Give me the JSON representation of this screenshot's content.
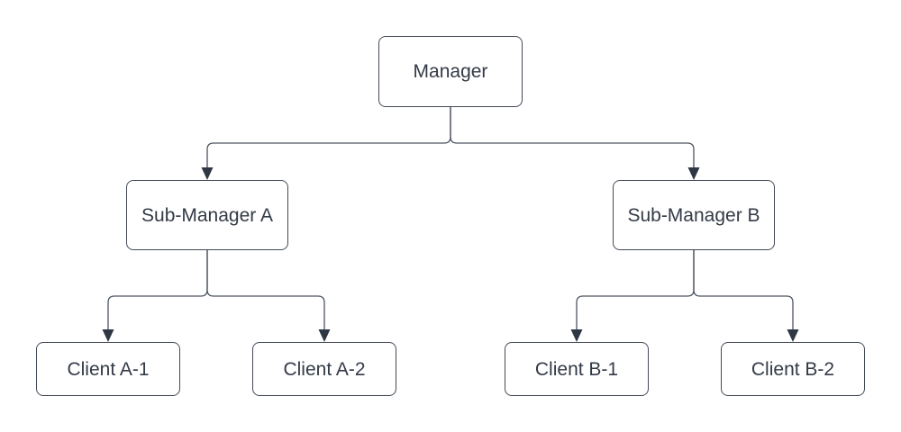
{
  "diagram": {
    "type": "org-chart-tree",
    "nodes": [
      {
        "id": "manager",
        "label": "Manager",
        "level": 1
      },
      {
        "id": "sub-manager-a",
        "label": "Sub-Manager A",
        "level": 2
      },
      {
        "id": "sub-manager-b",
        "label": "Sub-Manager B",
        "level": 2
      },
      {
        "id": "client-a-1",
        "label": "Client A-1",
        "level": 3
      },
      {
        "id": "client-a-2",
        "label": "Client A-2",
        "level": 3
      },
      {
        "id": "client-b-1",
        "label": "Client B-1",
        "level": 3
      },
      {
        "id": "client-b-2",
        "label": "Client B-2",
        "level": 3
      }
    ],
    "edges": [
      {
        "from": "Manager",
        "to": "Sub-Manager A"
      },
      {
        "from": "Manager",
        "to": "Sub-Manager B"
      },
      {
        "from": "Sub-Manager A",
        "to": "Client A-1"
      },
      {
        "from": "Sub-Manager A",
        "to": "Client A-2"
      },
      {
        "from": "Sub-Manager B",
        "to": "Client B-1"
      },
      {
        "from": "Sub-Manager B",
        "to": "Client B-2"
      }
    ],
    "colors": {
      "background": "#ffffff",
      "node_fill": "#ffffff",
      "node_border": "#434a57",
      "connector": "#4d5562",
      "arrowhead": "#2f3744",
      "text": "#333a47"
    }
  }
}
